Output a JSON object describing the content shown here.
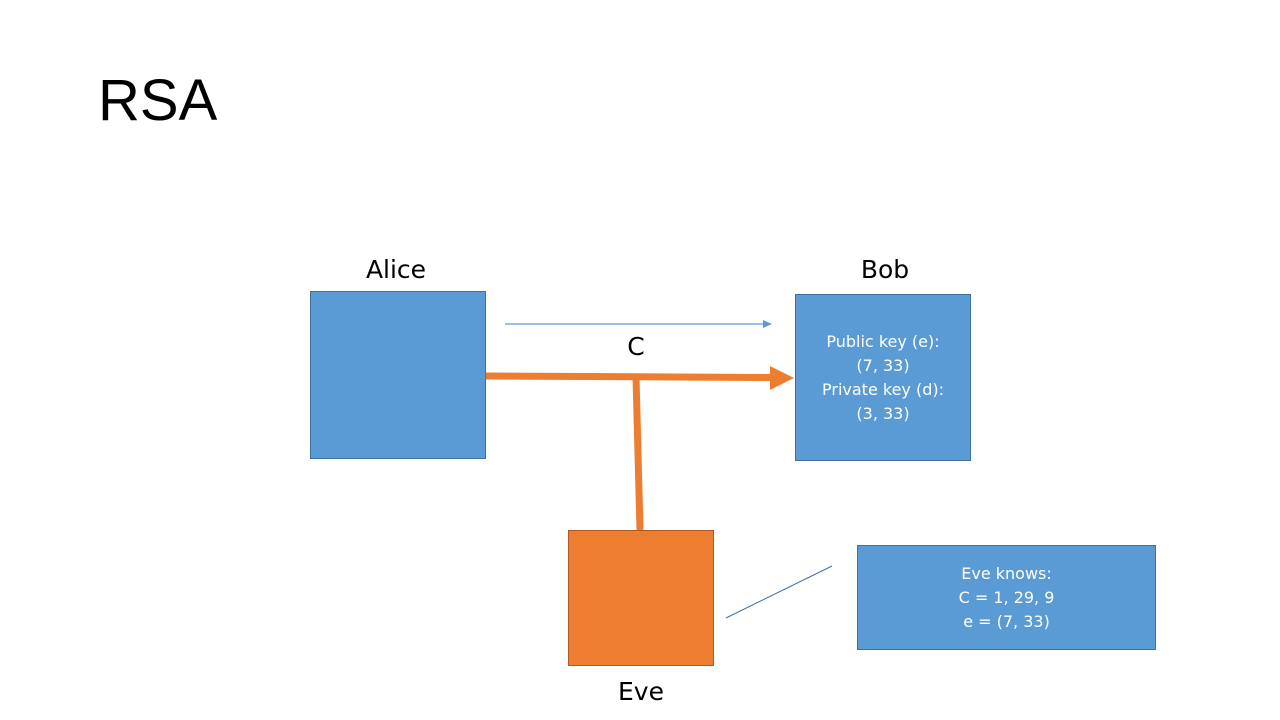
{
  "slide": {
    "title": "RSA"
  },
  "alice": {
    "label": "Alice"
  },
  "bob": {
    "label": "Bob",
    "lines": [
      "Public key (e):",
      "(7, 33)",
      "Private key (d):",
      "(3, 33)"
    ]
  },
  "eve": {
    "label": "Eve"
  },
  "message": {
    "label": "C"
  },
  "eve_knows": {
    "lines": [
      "Eve knows:",
      "C = 1, 29, 9",
      "e = (7, 33)"
    ]
  },
  "colors": {
    "box_blue": "#5b9bd5",
    "box_orange": "#ed7d31",
    "thin_arrow": "#5b9bd5",
    "thick_arrow": "#ed7d31"
  }
}
